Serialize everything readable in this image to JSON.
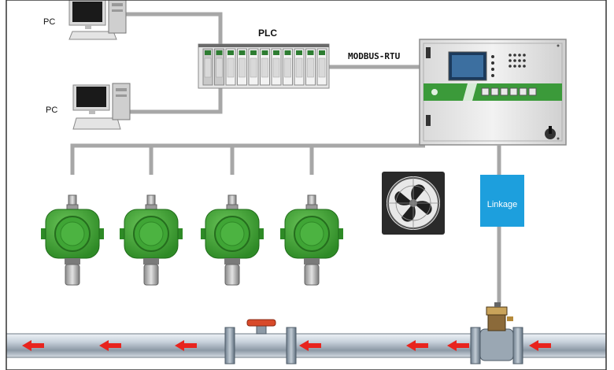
{
  "labels": {
    "pc_top": "PC",
    "pc_bottom": "PC",
    "plc": "PLC",
    "modbus": "MODBUS-RTU",
    "linkage": "Linkage"
  },
  "colors": {
    "wire": "#a7a7a7",
    "linkage_box": "#1d9fdd",
    "detector_green": "#3fa535",
    "panel_stripe": "#3b9a3a",
    "flow_arrow": "#e8241e",
    "pipe": "#c9d3dc",
    "valve_red": "#d84a2a"
  },
  "icons": {
    "computer": "desktop-computer-icon",
    "plc": "plc-rack-icon",
    "controller": "control-panel-icon",
    "fan": "exhaust-fan-icon",
    "detector": "gas-detector-icon",
    "solenoid": "solenoid-valve-icon",
    "arrow": "flow-arrow-icon"
  },
  "detectors": [
    {
      "name": "detector-1"
    },
    {
      "name": "detector-2"
    },
    {
      "name": "detector-3"
    },
    {
      "name": "detector-4"
    }
  ],
  "flow_arrows": 7
}
